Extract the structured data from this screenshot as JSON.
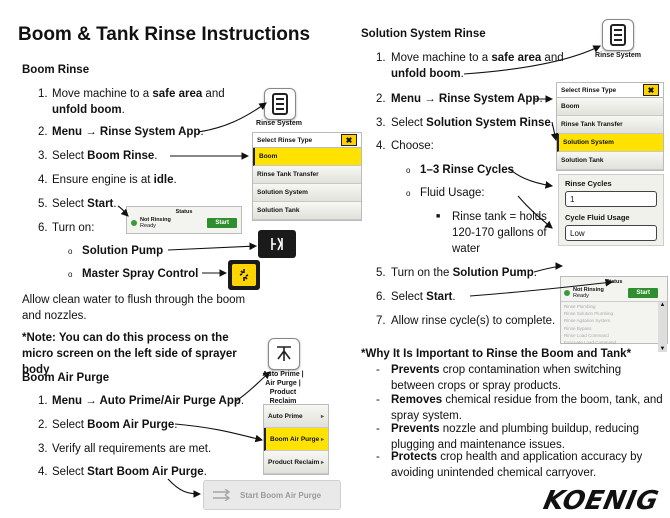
{
  "title": "Boom & Tank Rinse Instructions",
  "boom_rinse": {
    "heading": "Boom Rinse",
    "steps": [
      {
        "n": "1.",
        "pre": "Move machine to a ",
        "b1": "safe area",
        "mid": " and ",
        "b2": "unfold boom",
        "post": "."
      },
      {
        "n": "2.",
        "b": "Menu → Rinse System App",
        "post": "."
      },
      {
        "n": "3.",
        "pre": "Select ",
        "b": "Boom Rinse",
        "post": "."
      },
      {
        "n": "4.",
        "pre": "Ensure engine is at ",
        "b": "idle",
        "post": "."
      },
      {
        "n": "5.",
        "pre": "Select ",
        "b": "Start",
        "post": "."
      },
      {
        "n": "6.",
        "pre": "Turn on:"
      }
    ],
    "bullets": [
      "Solution Pump",
      "Master Spray Control"
    ],
    "note": "Allow clean water to flush through the boom and nozzles."
  },
  "micro_note": "*Note: You can do this process on the micro screen on the left side of sprayer body",
  "air_purge": {
    "heading": "Boom Air Purge",
    "steps": [
      {
        "n": "1.",
        "b": "Menu → Auto Prime/Air Purge App",
        "post": "."
      },
      {
        "n": "2.",
        "pre": "Select ",
        "b": "Boom Air Purge",
        "post": "."
      },
      {
        "n": "3.",
        "pre": "Verify all requirements are met."
      },
      {
        "n": "4.",
        "pre": "Select ",
        "b": "Start Boom Air Purge",
        "post": "."
      }
    ],
    "app_label": "Auto Prime | Air Purge | Product Reclaim",
    "menu": [
      "Auto Prime",
      "Boom Air Purge",
      "Product Reclaim"
    ],
    "start_button": "Start Boom Air Purge"
  },
  "solution_rinse": {
    "heading": "Solution System Rinse",
    "steps": [
      {
        "n": "1.",
        "pre": "Move machine to a ",
        "b1": "safe area",
        "mid": " and ",
        "b2": "unfold boom",
        "post": "."
      },
      {
        "n": "2.",
        "b": "Menu → Rinse System App",
        "post": "."
      },
      {
        "n": "3.",
        "pre": "Select ",
        "b": "Solution System Rinse",
        "post": "."
      },
      {
        "n": "4.",
        "pre": "Choose:"
      },
      {
        "n": "5.",
        "pre": "Turn on the ",
        "b": "Solution Pump",
        "post": "."
      },
      {
        "n": "6.",
        "pre": "Select ",
        "b": "Start",
        "post": "."
      },
      {
        "n": "7.",
        "pre": "Allow rinse cycle(s) to complete."
      }
    ],
    "choose": [
      "1–3 Rinse Cycles",
      "Fluid Usage:"
    ],
    "fluid_detail": "Rinse tank = holds 120-170 gallons of water"
  },
  "rinse_app": {
    "label": "Rinse System",
    "panel_title": "Select Rinse Type",
    "close": "✖",
    "options": [
      "Boom",
      "Rinse Tank Transfer",
      "Solution System",
      "Solution Tank"
    ]
  },
  "rinse_settings": {
    "cycles_label": "Rinse Cycles",
    "cycles_value": "1",
    "fluid_label": "Cycle Fluid Usage",
    "fluid_value": "Low"
  },
  "status_panel": {
    "title": "Status",
    "state": "Not Rinsing",
    "sub": "Ready",
    "start": "Start",
    "list": [
      "Rinse Plumbing",
      "Rinse Solution Plumbing",
      "Rinse Agitation System",
      "Rinse Bypass",
      "Rinse Load Command",
      "Evacuate Load Command"
    ]
  },
  "why": {
    "heading": "*Why It Is Important to Rinse the Boom and Tank*",
    "items": [
      {
        "b": "Prevents",
        "t": " crop contamination when switching between crops or spray products."
      },
      {
        "b": "Removes",
        "t": " chemical residue from the boom, tank, and spray system."
      },
      {
        "b": "Prevents",
        "t": " nozzle and plumbing buildup, reducing plugging and maintenance issues."
      },
      {
        "b": "Protects",
        "t": " crop health and application accuracy by avoiding unintended chemical carryover."
      }
    ]
  },
  "logo": "KOENIG"
}
